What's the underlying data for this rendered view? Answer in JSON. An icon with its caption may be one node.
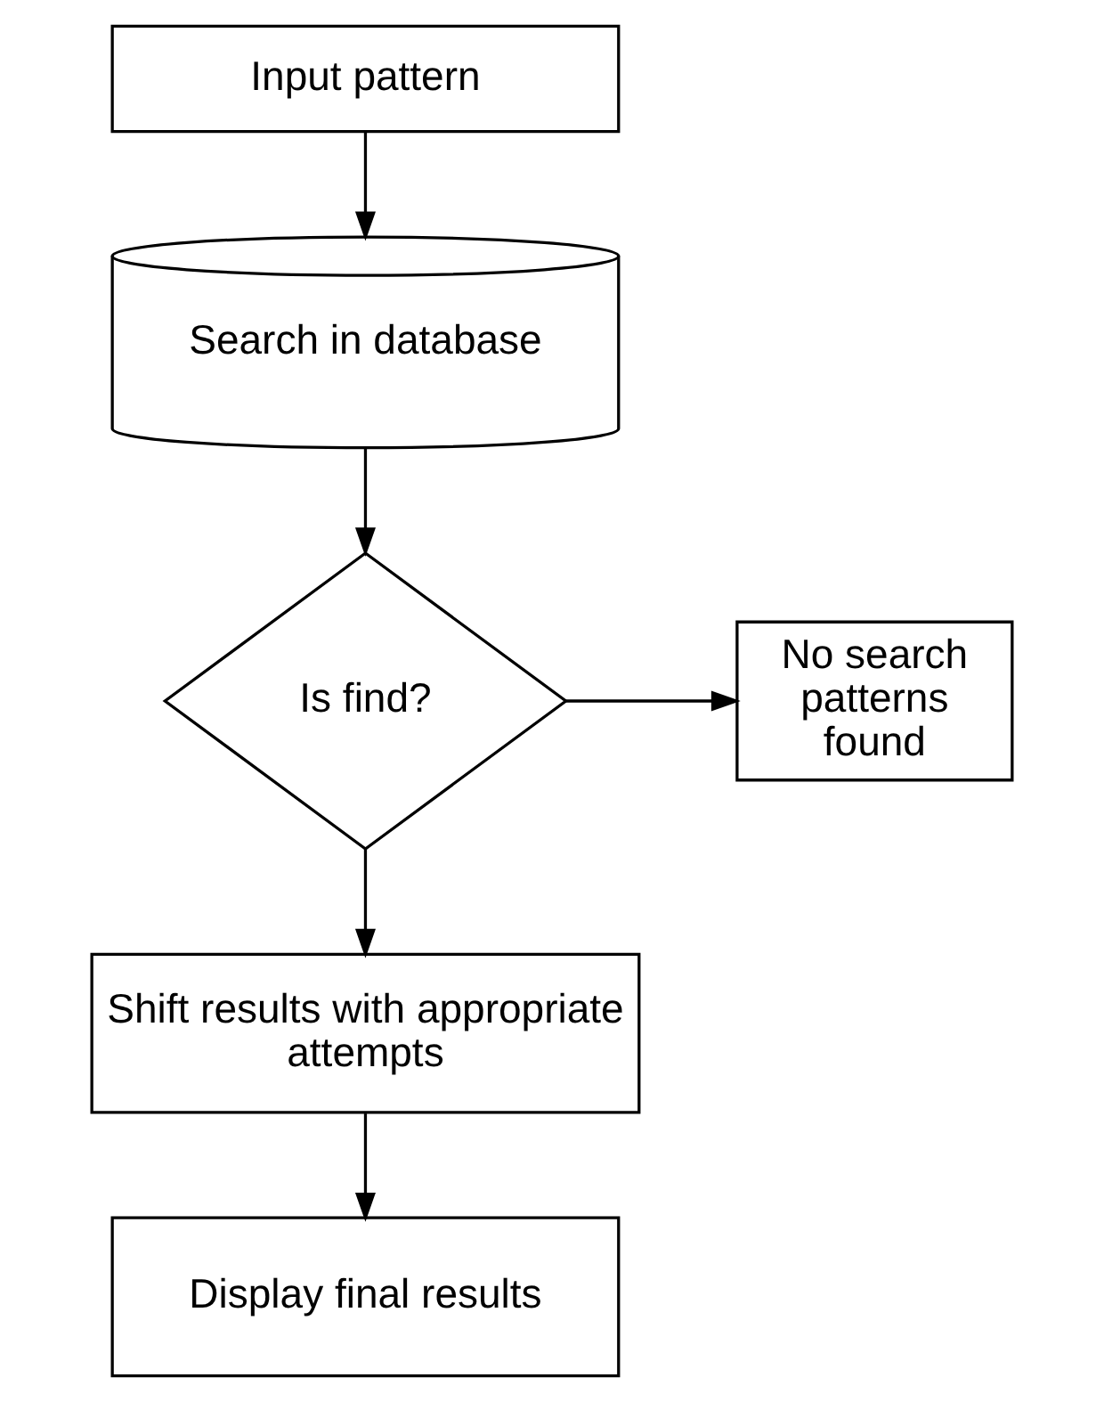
{
  "diagram": {
    "nodes": [
      {
        "text": [
          "Input pattern"
        ]
      },
      {
        "text": [
          "Search in database"
        ]
      },
      {
        "text": [
          "Is find?"
        ]
      },
      {
        "text": [
          "No search patterns found"
        ]
      },
      {
        "text": [
          "Shift results with appropriate attempts"
        ]
      },
      {
        "text": [
          "Display final results"
        ]
      }
    ],
    "edges": [
      {
        "from": 0,
        "to": 1,
        "arrow": "to"
      },
      {
        "from": 1,
        "to": 2,
        "arrow": "to"
      },
      {
        "from": 2,
        "to": 3,
        "arrow": "to"
      },
      {
        "from": 2,
        "to": 4,
        "arrow": "to"
      },
      {
        "from": 4,
        "to": 5,
        "arrow": "to"
      }
    ]
  }
}
